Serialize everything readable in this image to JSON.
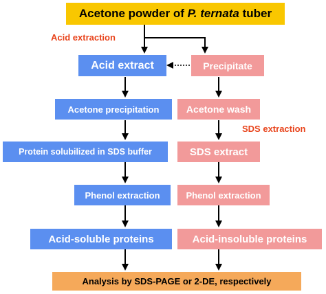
{
  "title": {
    "prefix": "Acetone powder of ",
    "species": "P. ternata",
    "suffix": " tuber"
  },
  "labels": {
    "acid_extraction": "Acid extraction",
    "sds_extraction": "SDS extraction"
  },
  "left": {
    "acid_extract": "Acid extract",
    "acetone_precipitation": "Acetone precipitation",
    "protein_solubilized": "Protein solubilized in SDS buffer",
    "phenol_extraction": "Phenol extraction",
    "acid_soluble": "Acid-soluble proteins"
  },
  "right": {
    "precipitate": "Precipitate",
    "acetone_wash": "Acetone wash",
    "sds_extract": "SDS extract",
    "phenol_extraction": "Phenol extraction",
    "acid_insoluble": "Acid-insoluble proteins"
  },
  "analysis": "Analysis by SDS-PAGE or 2-DE, respectively",
  "colors": {
    "left_box": "#5b8ff0",
    "right_box": "#f29a9a",
    "top_box": "#f9c700",
    "bottom_box": "#f5a95a",
    "label_text": "#e8441c"
  }
}
